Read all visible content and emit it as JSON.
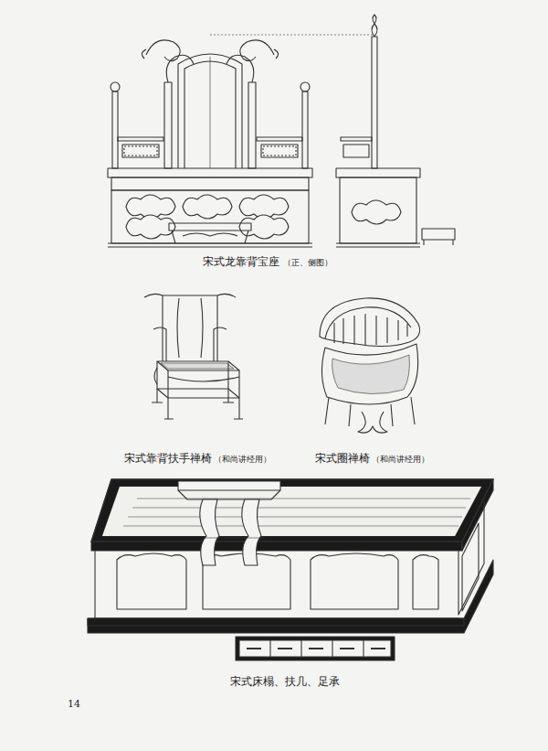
{
  "diagram": {
    "labels": [
      "宋式龙靠背宝座",
      "（正、侧图）",
      "宋式靠背扶手禅椅",
      "（和尚讲经用）",
      "宋式圈禅椅",
      "（和尚讲经用）",
      "宋式床榻、扶几、足承",
      "14"
    ]
  }
}
